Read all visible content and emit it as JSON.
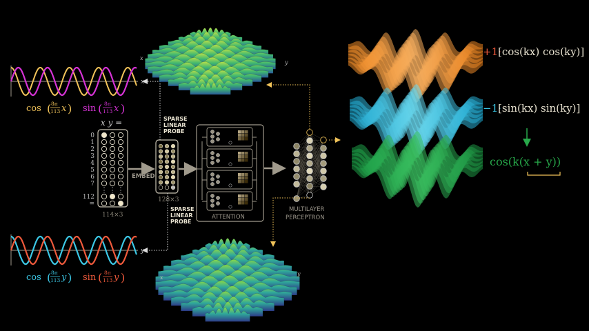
{
  "colors": {
    "yellow": "#f2c45a",
    "magenta": "#d633d6",
    "cyan": "#3cc8e6",
    "red": "#f05a3c",
    "orange": "#f0962f",
    "green": "#27a84a",
    "gray": "#a09a8c",
    "teal": "#2fc0d8"
  },
  "top_plot": {
    "axis_label": "x",
    "cos_label": "cos",
    "sin_label": "sin",
    "frac_num": "8π",
    "frac_den": "113",
    "var": "x"
  },
  "bottom_plot": {
    "axis_label": "y",
    "cos_label": "cos",
    "sin_label": "sin",
    "frac_num": "8π",
    "frac_den": "113",
    "var": "y"
  },
  "input": {
    "header": "x y =",
    "rows": [
      "0",
      "1",
      "2",
      "3",
      "4",
      "5",
      "6",
      "7",
      "112",
      "="
    ],
    "dims": "114×3"
  },
  "embed": {
    "label": "EMBED",
    "dims": "128×3"
  },
  "probe_top": {
    "lines": [
      "SPARSE",
      "LINEAR",
      "PROBE"
    ]
  },
  "probe_bottom": {
    "lines": [
      "SPARSE",
      "LINEAR",
      "PROBE"
    ]
  },
  "attention": {
    "label": "ATTENTION",
    "heads": 4
  },
  "mlp": {
    "lines": [
      "MULTILAYER",
      "PERCEPTRON"
    ]
  },
  "surface_axes": {
    "top_x": "x",
    "top_y": "y",
    "bottom_x": "x",
    "bottom_y": "y"
  },
  "formulas": {
    "f1_coef": "+1·",
    "f1_body": "[cos(kx) cos(ky)]",
    "f2_coef": "−1·",
    "f2_body": "[sin(kx) sin(ky)]",
    "f3": "cos(k(x + y))"
  }
}
